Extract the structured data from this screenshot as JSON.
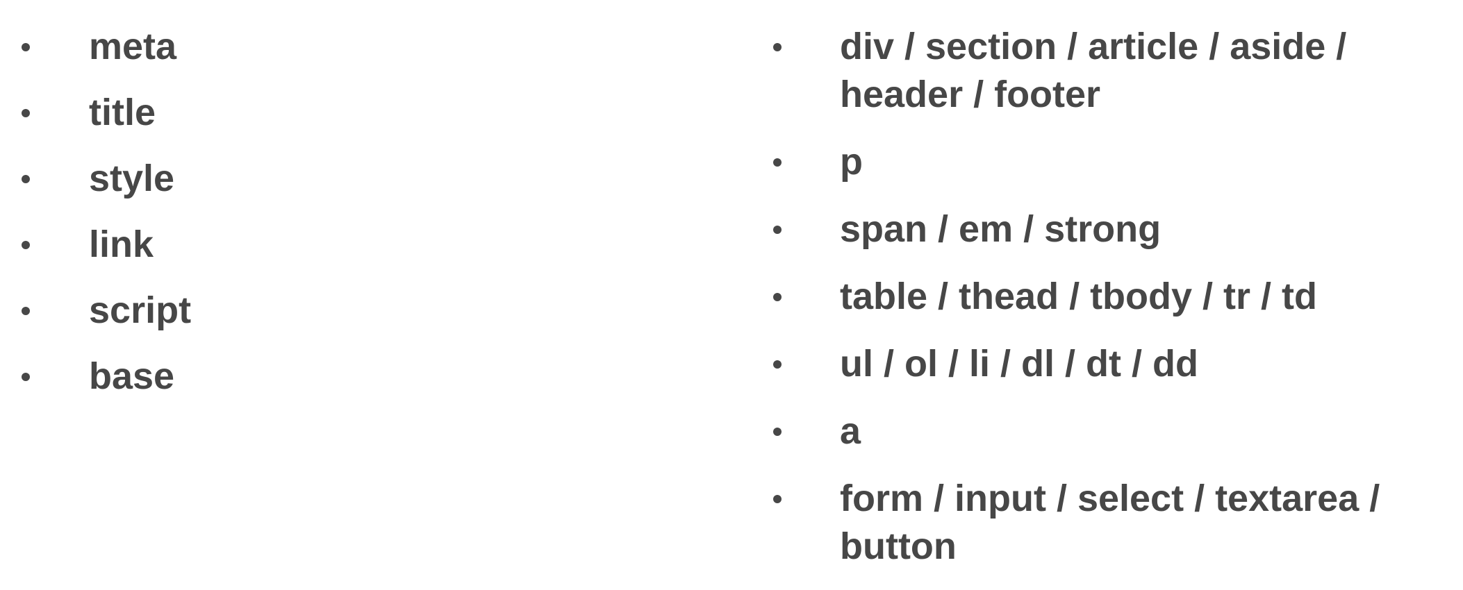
{
  "left_list": {
    "items": [
      {
        "label": "meta"
      },
      {
        "label": "title"
      },
      {
        "label": "style"
      },
      {
        "label": "link"
      },
      {
        "label": "script"
      },
      {
        "label": "base"
      }
    ]
  },
  "right_list": {
    "items": [
      {
        "label": "div / section / article / aside / header / footer"
      },
      {
        "label": "p"
      },
      {
        "label": "span / em / strong"
      },
      {
        "label": "table / thead / tbody / tr / td"
      },
      {
        "label": "ul / ol / li / dl / dt / dd"
      },
      {
        "label": "a"
      },
      {
        "label": "form / input / select / textarea / button"
      }
    ]
  },
  "colors": {
    "text": "#474747",
    "background": "#ffffff"
  }
}
